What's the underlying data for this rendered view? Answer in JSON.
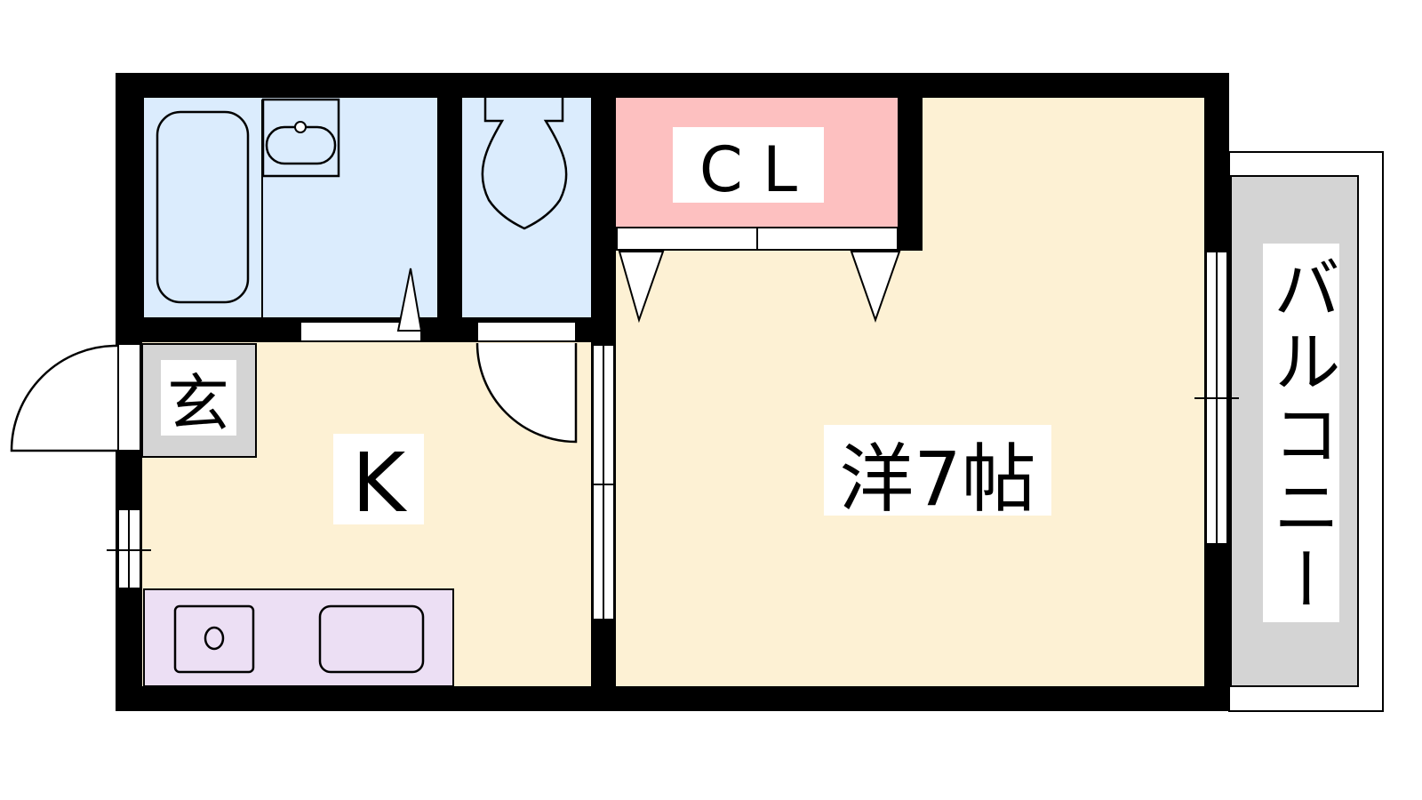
{
  "plan": {
    "rooms": {
      "entrance": "玄",
      "kitchen": "K",
      "western_room": "洋7帖",
      "closet": "C L",
      "balcony": "バルコニー"
    }
  },
  "colors": {
    "wall": "#000000",
    "wet_area": "#dbecfd",
    "living": "#fdf1d4",
    "closet": "#fdc0c0",
    "entrance": "#d4d4d4",
    "kitchen_counter": "#ecdff4",
    "balcony": "#d4d4d4"
  }
}
